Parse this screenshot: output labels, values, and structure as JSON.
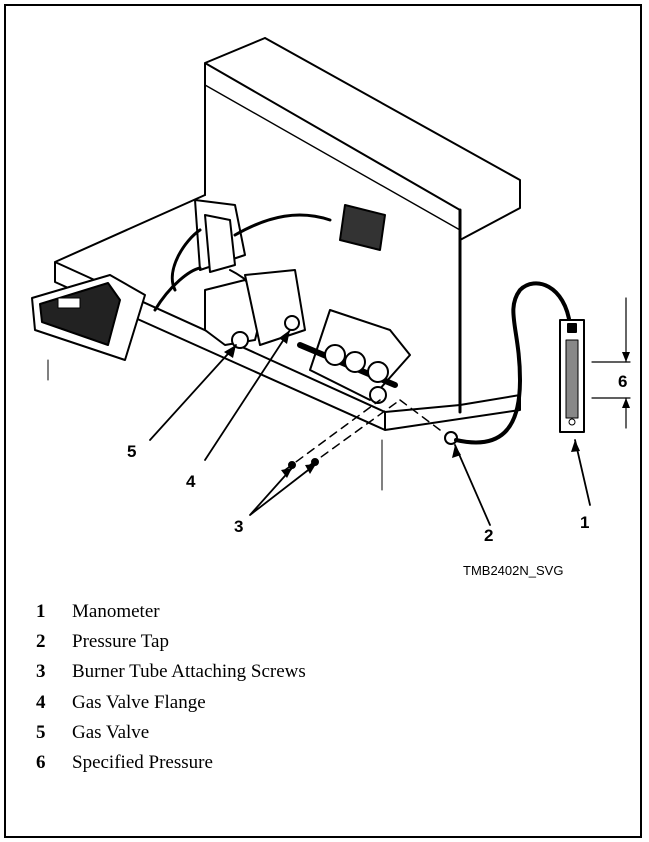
{
  "figure": {
    "code": "TMB2402N_SVG",
    "callouts": [
      "1",
      "2",
      "3",
      "4",
      "5",
      "6"
    ]
  },
  "legend": [
    {
      "num": "1",
      "text": "Manometer"
    },
    {
      "num": "2",
      "text": "Pressure Tap"
    },
    {
      "num": "3",
      "text": "Burner Tube Attaching Screws"
    },
    {
      "num": "4",
      "text": "Gas Valve Flange"
    },
    {
      "num": "5",
      "text": "Gas Valve"
    },
    {
      "num": "6",
      "text": "Specified Pressure"
    }
  ]
}
